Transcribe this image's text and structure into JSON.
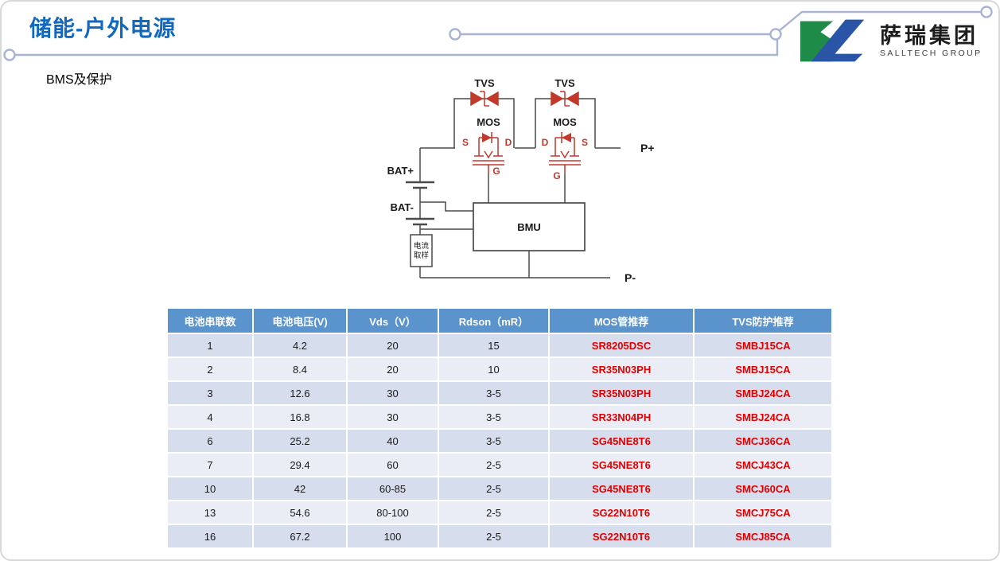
{
  "slide": {
    "title": "储能-户外电源",
    "subtitle": "BMS及保护"
  },
  "logo": {
    "name_cn": "萨瑞集团",
    "name_en": "SALLTECH GROUP",
    "mark_green": "#1e8c48",
    "mark_blue": "#2a55a6"
  },
  "colors": {
    "title_blue": "#1268bd",
    "decor_line": "#a9b4d3",
    "table_header_bg": "#5b93cc",
    "row_odd": "#d6deee",
    "row_even": "#eaedf6",
    "table_red_text": "#e00000",
    "circuit_red": "#c0392b",
    "wire_gray": "#4a4a4a"
  },
  "diagram": {
    "labels": {
      "tvs": "TVS",
      "mos": "MOS",
      "bat_plus": "BAT+",
      "bat_minus": "BAT-",
      "p_plus": "P+",
      "p_minus": "P-",
      "bmu": "BMU",
      "current_sample_line1": "电流",
      "current_sample_line2": "取样",
      "s": "S",
      "d": "D",
      "g": "G"
    }
  },
  "table": {
    "columns": [
      "电池串联数",
      "电池电压(V)",
      "Vds（V）",
      "Rdson（mR）",
      "MOS管推荐",
      "TVS防护推荐"
    ],
    "rows": [
      [
        "1",
        "4.2",
        "20",
        "15",
        "SR8205DSC",
        "SMBJ15CA"
      ],
      [
        "2",
        "8.4",
        "20",
        "10",
        "SR35N03PH",
        "SMBJ15CA"
      ],
      [
        "3",
        "12.6",
        "30",
        "3-5",
        "SR35N03PH",
        "SMBJ24CA"
      ],
      [
        "4",
        "16.8",
        "30",
        "3-5",
        "SR33N04PH",
        "SMBJ24CA"
      ],
      [
        "6",
        "25.2",
        "40",
        "3-5",
        "SG45NE8T6",
        "SMCJ36CA"
      ],
      [
        "7",
        "29.4",
        "60",
        "2-5",
        "SG45NE8T6",
        "SMCJ43CA"
      ],
      [
        "10",
        "42",
        "60-85",
        "2-5",
        "SG45NE8T6",
        "SMCJ60CA"
      ],
      [
        "13",
        "54.6",
        "80-100",
        "2-5",
        "SG22N10T6",
        "SMCJ75CA"
      ],
      [
        "16",
        "67.2",
        "100",
        "2-5",
        "SG22N10T6",
        "SMCJ85CA"
      ]
    ]
  }
}
